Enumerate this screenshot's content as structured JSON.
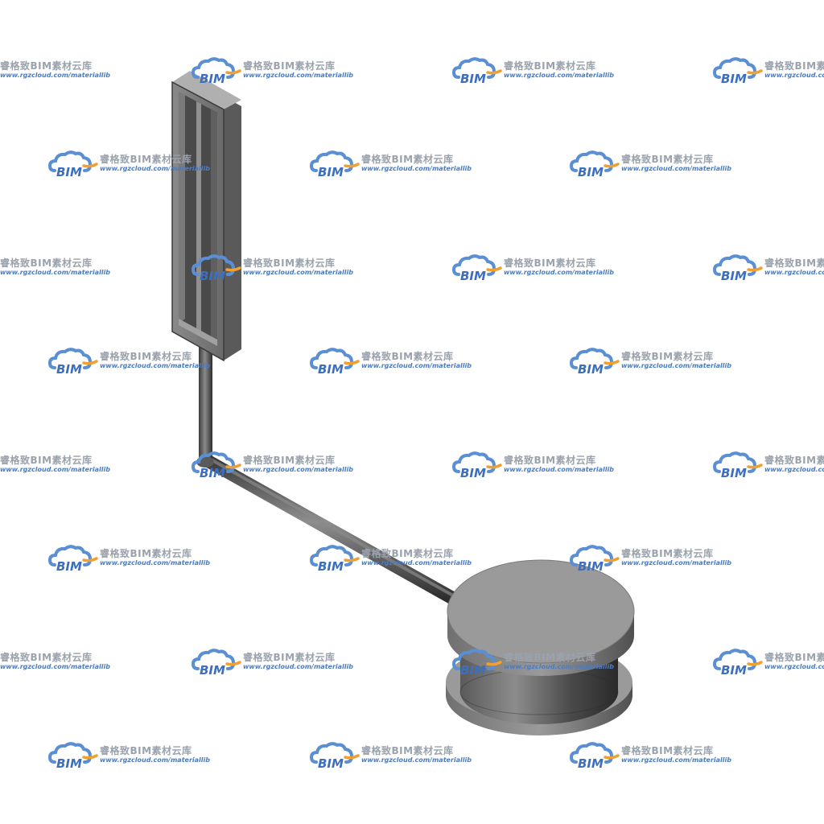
{
  "watermark": {
    "brand": "睿格致BIM素材云库",
    "url": "www.rgzcloud.com/materiallib",
    "logo_text": "BIM",
    "logo_icon": "cloud-icon",
    "colors": {
      "cloud": "#5b8fd4",
      "swoosh": "#f0a030",
      "logo_text": "#3d6fbf",
      "url": "#4a7cc4",
      "brand": "#9aa2ac"
    }
  },
  "model": {
    "icon": "drainage-channel-pipe-tank-model",
    "colors": {
      "surface_light": "#9a9a9a",
      "surface_mid": "#6e6e6e",
      "surface_dark": "#3a3a3a",
      "background": "#ffffff"
    }
  }
}
